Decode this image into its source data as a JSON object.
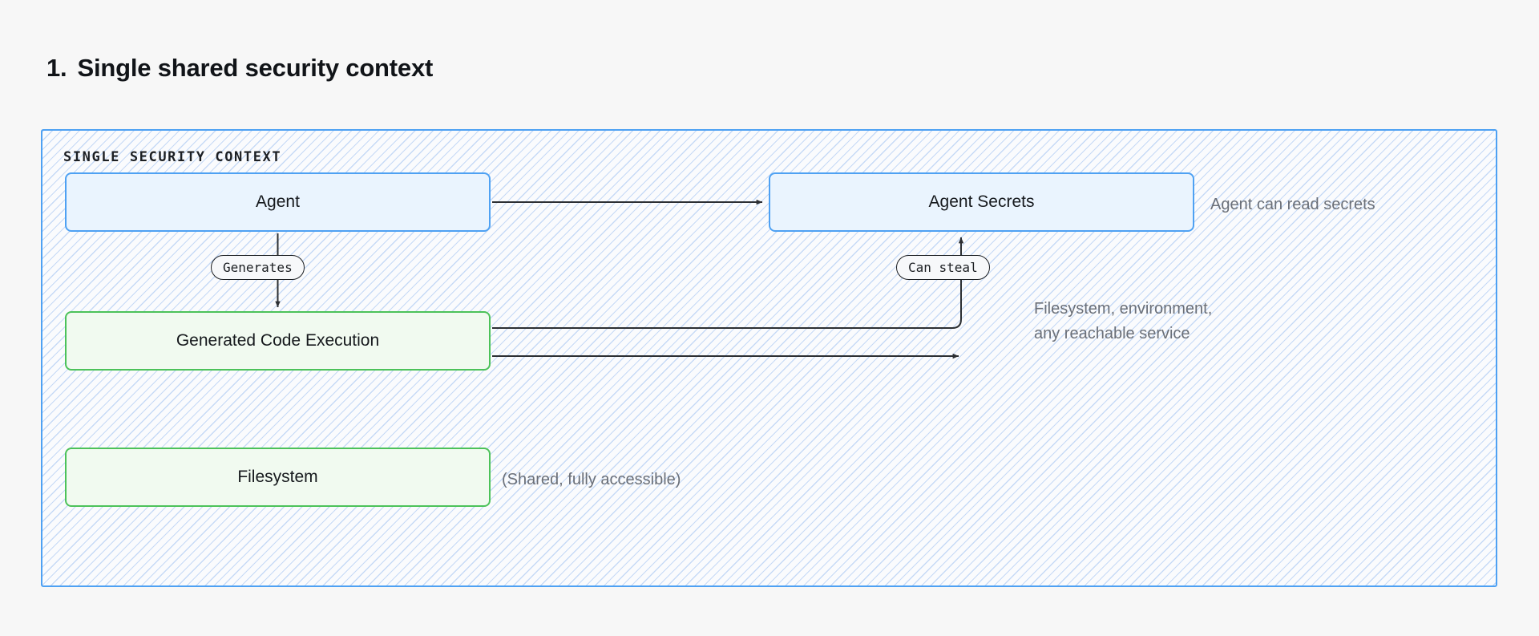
{
  "heading": {
    "number": "1.",
    "text": "Single shared security context"
  },
  "diagram": {
    "container_label": "SINGLE SECURITY CONTEXT",
    "nodes": [
      {
        "id": "agent",
        "label": "Agent",
        "style": "blue"
      },
      {
        "id": "agent-secrets",
        "label": "Agent Secrets",
        "style": "blue"
      },
      {
        "id": "generated-code-execution",
        "label": "Generated Code Execution",
        "style": "green"
      },
      {
        "id": "filesystem",
        "label": "Filesystem",
        "style": "green"
      }
    ],
    "edge_labels": [
      {
        "id": "generates",
        "label": "Generates"
      },
      {
        "id": "can-steal",
        "label": "Can steal"
      }
    ],
    "annotations": {
      "secrets_note": "Agent can read secrets",
      "reach_note_line1": "Filesystem, environment,",
      "reach_note_line2": "any reachable service",
      "filesystem_note": "(Shared, fully accessible)"
    },
    "colors": {
      "page_background": "#f7f7f7",
      "container_border": "#4ea1f3",
      "hatch": "#9bbef0",
      "blue_node_fill": "#eaf4fe",
      "blue_node_border": "#4ea1f3",
      "green_node_fill": "#f1faf0",
      "green_node_border": "#4cc25a",
      "edge_stroke": "#2c2f33",
      "annotation_text": "#6a6f78",
      "heading_text": "#111418"
    }
  }
}
